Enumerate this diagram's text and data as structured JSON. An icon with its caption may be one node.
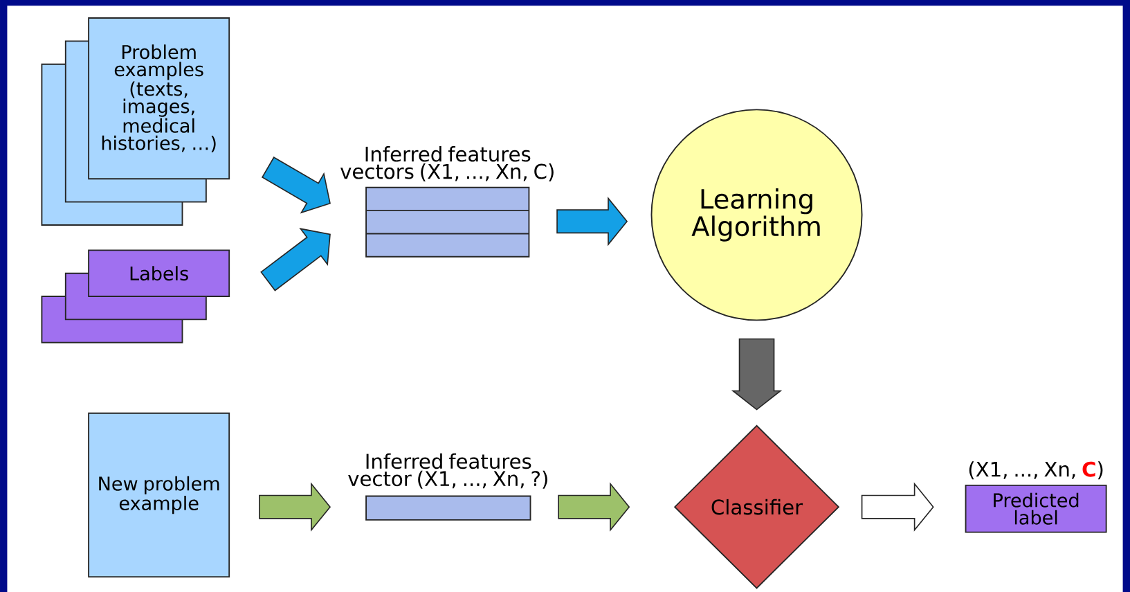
{
  "diagram": {
    "nodes": [
      {
        "text": [
          "Problem examples (texts, images, medical histories, …)"
        ]
      },
      {
        "text": [
          "Labels"
        ]
      },
      {
        "text": [
          "Inferred features vectors (X1, ..., Xn, C)"
        ]
      },
      {
        "text": [
          "Learning Algorithm"
        ]
      },
      {
        "text": [
          "New problem example"
        ]
      },
      {
        "text": [
          "Inferred features vector (X1, ..., Xn, ?)"
        ]
      },
      {
        "text": [
          "Classifier"
        ]
      },
      {
        "text": [
          "(X1, ..., Xn, **C**)",
          "Predicted label"
        ]
      }
    ],
    "edges": [
      {
        "from": 0,
        "to": 2,
        "arrow": "to"
      },
      {
        "from": 1,
        "to": 2,
        "arrow": "to"
      },
      {
        "from": 2,
        "to": 3,
        "arrow": "to"
      },
      {
        "from": 3,
        "to": 6,
        "arrow": "to",
        "color": "#666666"
      },
      {
        "from": 4,
        "to": 5,
        "arrow": "to",
        "color": "#9dc16a"
      },
      {
        "from": 5,
        "to": 6,
        "arrow": "to",
        "color": "#9dc16a"
      },
      {
        "from": 6,
        "to": 7,
        "arrow": "to",
        "color": "#ffffff"
      }
    ]
  }
}
